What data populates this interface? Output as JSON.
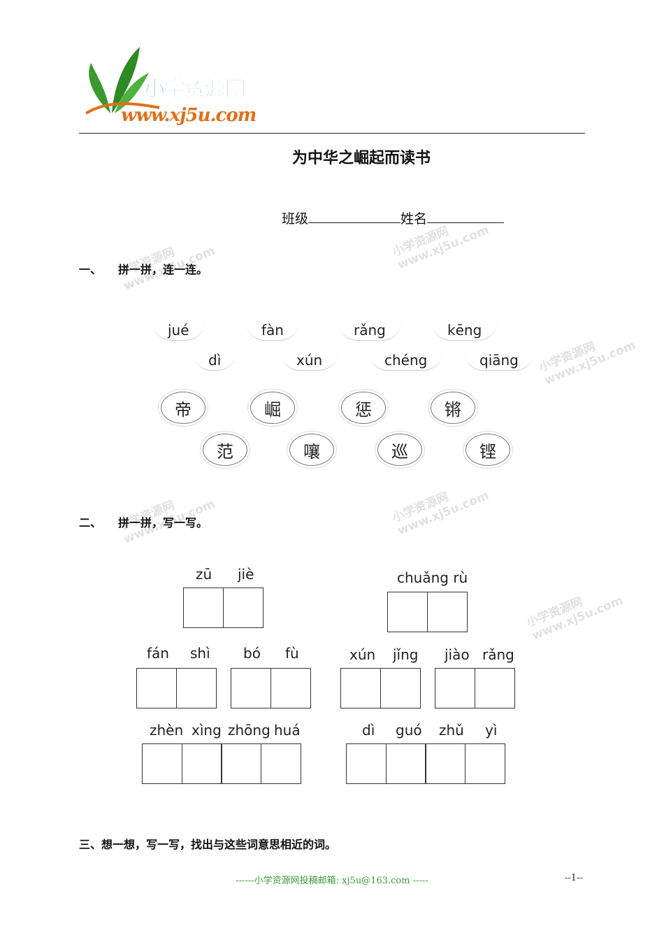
{
  "header": {
    "logo_text": "小学资源网",
    "logo_url": "www.xj5u.com"
  },
  "title": "为中华之崛起而读书",
  "student_line": {
    "class_label": "班级",
    "name_label": "姓名"
  },
  "section1": {
    "number": "一、",
    "heading": "拼一拼，连一连。",
    "pinyin_row1": [
      "jué",
      "fàn",
      "rǎng",
      "kēng"
    ],
    "pinyin_row2": [
      "dì",
      "xún",
      "chéng",
      "qiāng"
    ],
    "chars_row1": [
      "帝",
      "崛",
      "惩",
      "锵"
    ],
    "chars_row2": [
      "范",
      "嚷",
      "巡",
      "铿"
    ]
  },
  "section2": {
    "number": "二、",
    "heading": "拼一拼，写一写。",
    "words": [
      {
        "syllables": [
          "zū",
          "jiè"
        ]
      },
      {
        "syllables": [
          "chuǎng rù"
        ]
      },
      {
        "syllables": [
          "fán",
          "shì"
        ]
      },
      {
        "syllables": [
          "bó",
          "fù"
        ]
      },
      {
        "syllables": [
          "xún",
          "jǐng"
        ]
      },
      {
        "syllables": [
          "jiào",
          "rǎng"
        ]
      },
      {
        "syllables": [
          "zhèn",
          "xìng",
          "zhōng",
          "huá"
        ]
      },
      {
        "syllables": [
          "dì",
          "guó",
          "zhǔ",
          "yì"
        ]
      }
    ]
  },
  "section3": {
    "heading": "三、想一想，写一写，找出与这些词意思相近的词。"
  },
  "watermark": {
    "cn": "小学资源网",
    "url": "www.xj5u.com"
  },
  "footer": {
    "text": "------小学资源网投稿邮箱: xj5u@163.com -----",
    "page": "--1--"
  }
}
